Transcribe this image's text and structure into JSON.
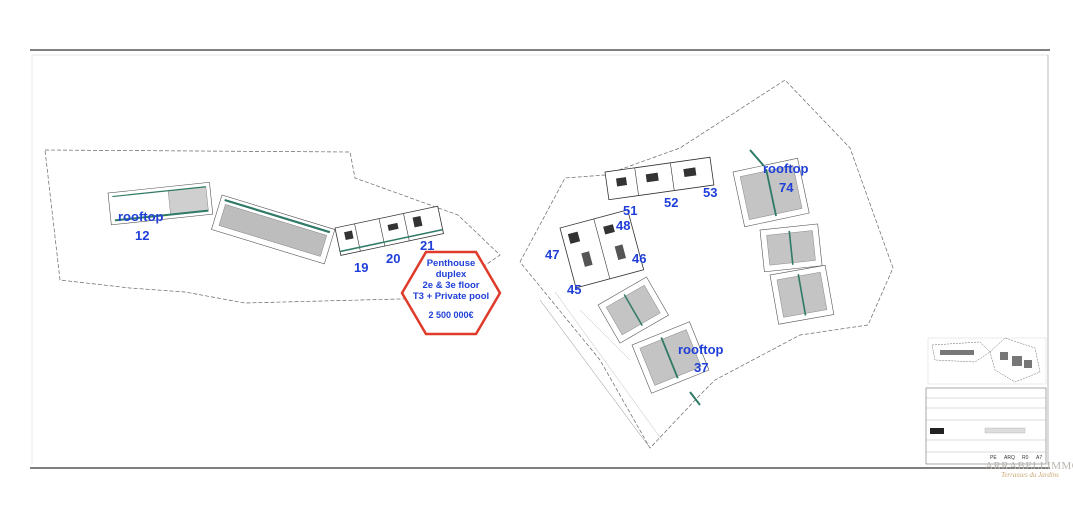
{
  "units": {
    "rooftop_a": "rooftop",
    "u12": "12",
    "u19": "19",
    "u20": "20",
    "u21": "21",
    "u47": "47",
    "u48": "48",
    "u46": "46",
    "u45": "45",
    "u51": "51",
    "u52": "52",
    "u53": "53",
    "rooftop_b": "rooftop",
    "u74": "74",
    "rooftop_c": "rooftop",
    "u37": "37"
  },
  "callout": {
    "line1": "Penthouse",
    "line2": "duplex",
    "line3": "2e & 3e floor",
    "line4": "T3 + Private pool",
    "price": "2 500 000€"
  },
  "title_block": {
    "rev_labels": [
      "PE",
      "ARQ",
      "R0",
      "A7"
    ]
  },
  "watermark": {
    "brand": "ARRABELLIMMO",
    "tagline": "Terrasses du Jardins"
  },
  "colors": {
    "label_blue": "#1f3fd8",
    "callout_red": "#e03a2a",
    "building_teal": "#2f7a66",
    "roof_gray": "#9a9a9a"
  }
}
